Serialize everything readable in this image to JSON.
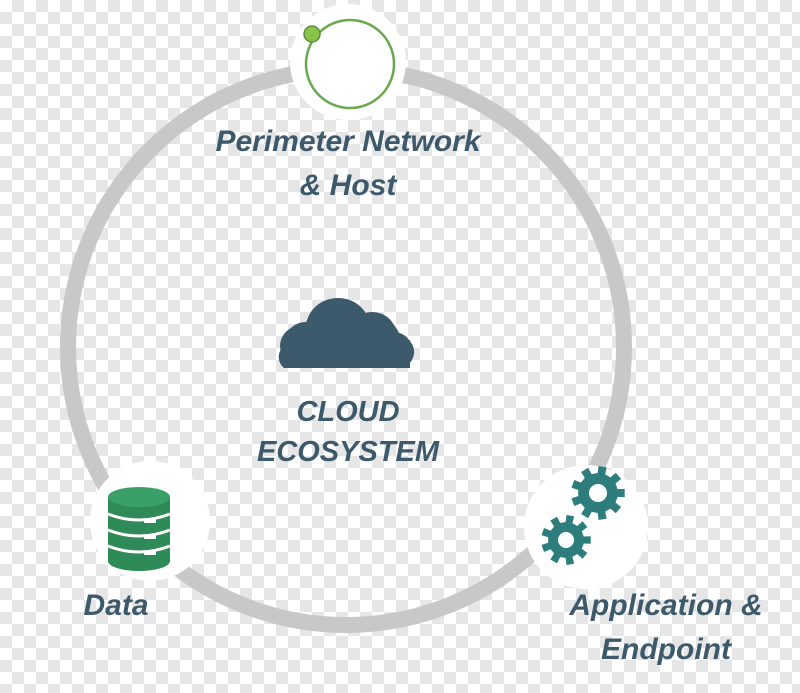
{
  "diagram": {
    "center": {
      "line1": "CLOUD",
      "line2": "ECOSYSTEM",
      "icon": "cloud-icon"
    },
    "nodes": [
      {
        "id": "perimeter",
        "line1": "Perimeter Network",
        "line2": "& Host",
        "icon": "orbit-icon"
      },
      {
        "id": "data",
        "line1": "Data",
        "icon": "database-icon"
      },
      {
        "id": "application",
        "line1": "Application &",
        "line2": "Endpoint",
        "icon": "gears-icon"
      }
    ]
  },
  "colors": {
    "ring": "#c8c8c8",
    "text": "#3d5a6c",
    "cloud": "#3d5a6c",
    "database": "#2e8b57",
    "gears": "#2e7d7d",
    "orbit": "#6aa84f"
  }
}
